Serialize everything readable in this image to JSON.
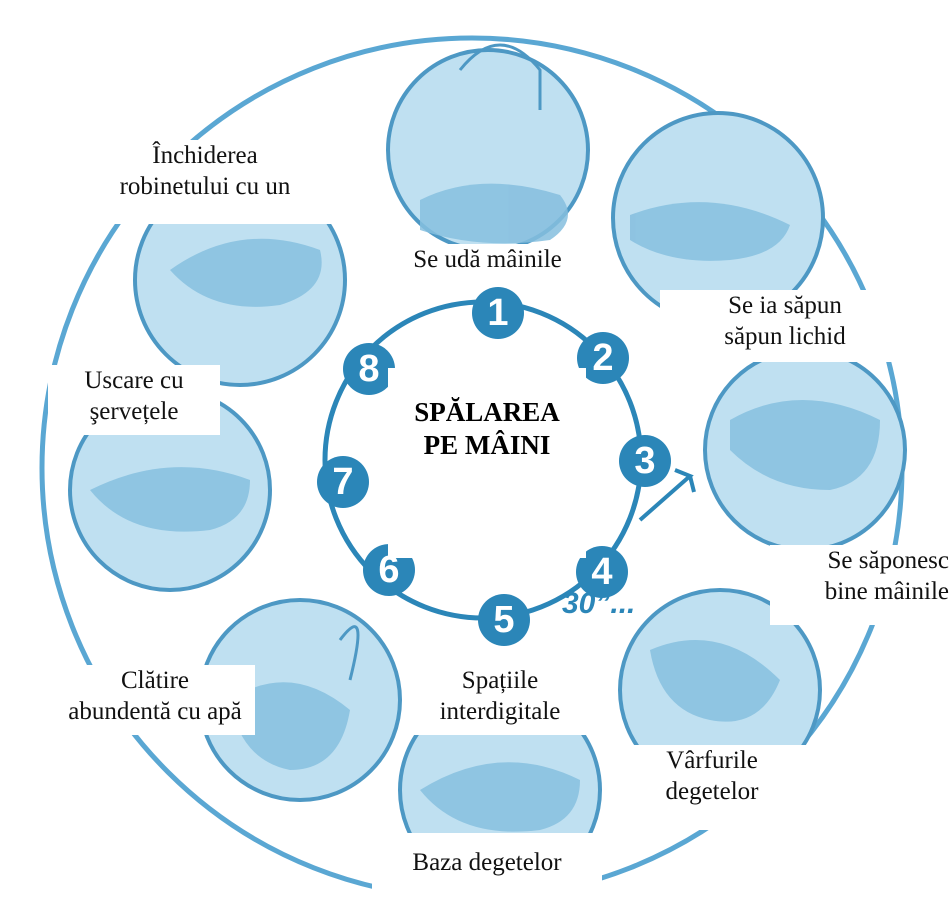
{
  "title": {
    "line1": "SPĂLAREA",
    "line2": "PE MÂINI"
  },
  "duration_label": "30”...",
  "step_numbers": [
    "1",
    "2",
    "3",
    "4",
    "5",
    "6",
    "7",
    "8"
  ],
  "steps": {
    "s1": {
      "line1": "Se udă mâinile"
    },
    "s2": {
      "line1": "Se ia săpun",
      "line2": "săpun lichid"
    },
    "s3": {
      "line1": "Se săponesc",
      "line2": "bine mâinile"
    },
    "s4": {
      "line1": "Vârfurile",
      "line2": "degetelor"
    },
    "s5": {
      "line1": "Baza degetelor"
    },
    "s5b": {
      "line1": "Spațiile",
      "line2": "interdigitale"
    },
    "s6": {
      "line1": "Clătire",
      "line2": "abundentă cu apă"
    },
    "s7": {
      "line1": "Uscare cu",
      "line2": "şervețele"
    },
    "s8": {
      "line1": "Închiderea",
      "line2": "robinetului cu un"
    }
  },
  "colors": {
    "accent": "#2b86b8",
    "illustration": "#a9d3ea",
    "ring": "#5aa7d3"
  }
}
